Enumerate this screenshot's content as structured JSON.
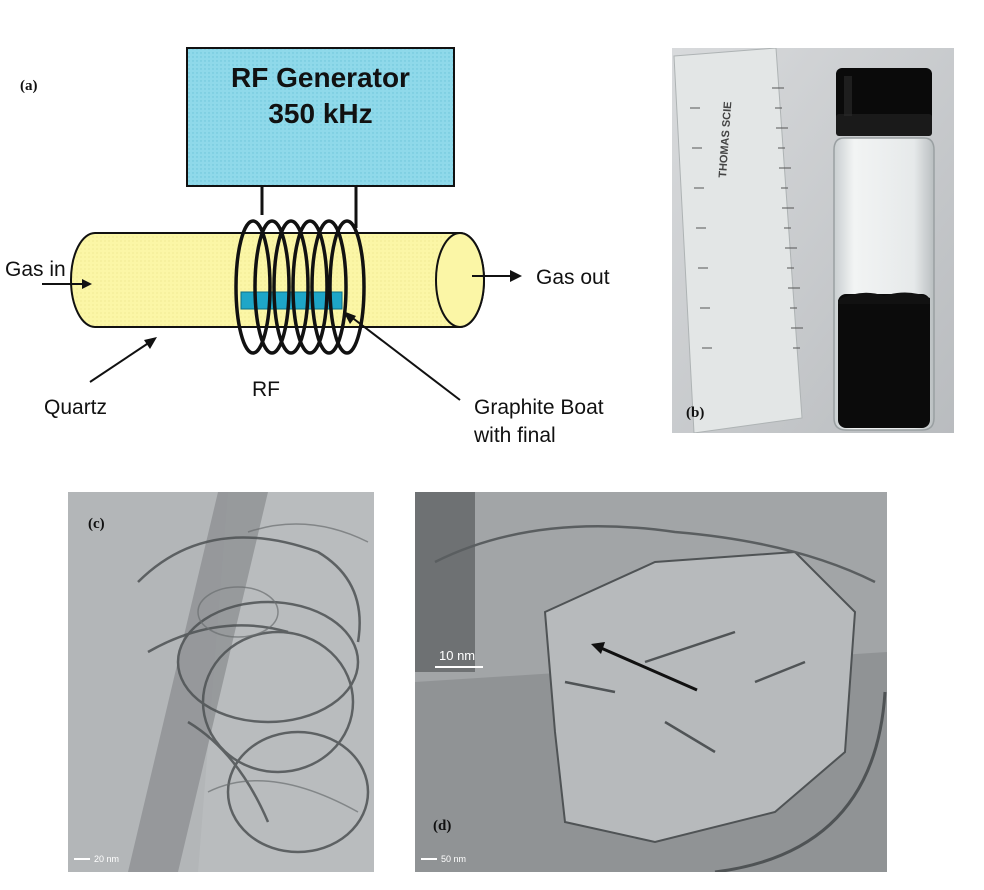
{
  "figure": {
    "panel_a": {
      "label": "(a)",
      "generator_line1": "RF Generator",
      "generator_line2": "350 kHz",
      "gas_in": "Gas in",
      "gas_out": "Gas out",
      "quartz": "Quartz",
      "rf": "RF",
      "boat_line1": "Graphite Boat",
      "boat_line2": "with final",
      "colors": {
        "generator_fill": "#7fd3e6",
        "tube_fill": "#fbf6a6",
        "boat_fill": "#1ea6c8"
      }
    },
    "panel_b": {
      "label": "(b)",
      "ruler_text": "THOMAS SCIE"
    },
    "panel_c": {
      "label": "(c)",
      "scale_bar": "20 nm"
    },
    "panel_d": {
      "label": "(d)",
      "scale_bar_inset": "10 nm",
      "scale_bar": "50 nm"
    }
  }
}
